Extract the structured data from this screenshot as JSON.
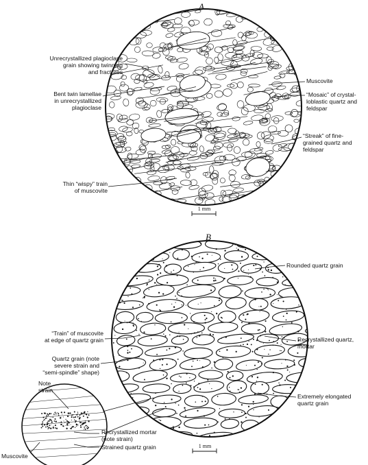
{
  "panels": {
    "a": {
      "letter": "A",
      "scale": "1 mm",
      "labels": {
        "unrecrystallized": "Unrecrystallized plagioclase\ngrain showing twinning\nand fractures",
        "bent_twin": "Bent twin lamellae\nin unrecrystallized\nplagioclase",
        "wispy": "Thin “wispy” train\nof muscovite",
        "muscovite": "Muscovite",
        "mosaic": "“Mosaic” of crystal-\nloblastic quartz and\nfeldspar",
        "streak": "“Streak” of fine-\ngrained quartz and\nfeldspar"
      }
    },
    "b": {
      "letter": "B",
      "scale": "1 mm",
      "labels": {
        "rounded": "Rounded quartz grain",
        "train": "“Train” of muscovite\nat edge of quartz grain",
        "recrystallized": "Recrystallized quartz,\nmortar",
        "quartz_strain": "Quartz grain (note\nsevere strain and\n“semi-spindle” shape)",
        "elongated": "Extremely elongated\nquartz grain",
        "note_strain": "Note\nstrain",
        "mortar": "Recrystallized mortar\n(note strain)",
        "muscovite": "Muscovite",
        "strained": "Strained quartz grain"
      }
    }
  }
}
